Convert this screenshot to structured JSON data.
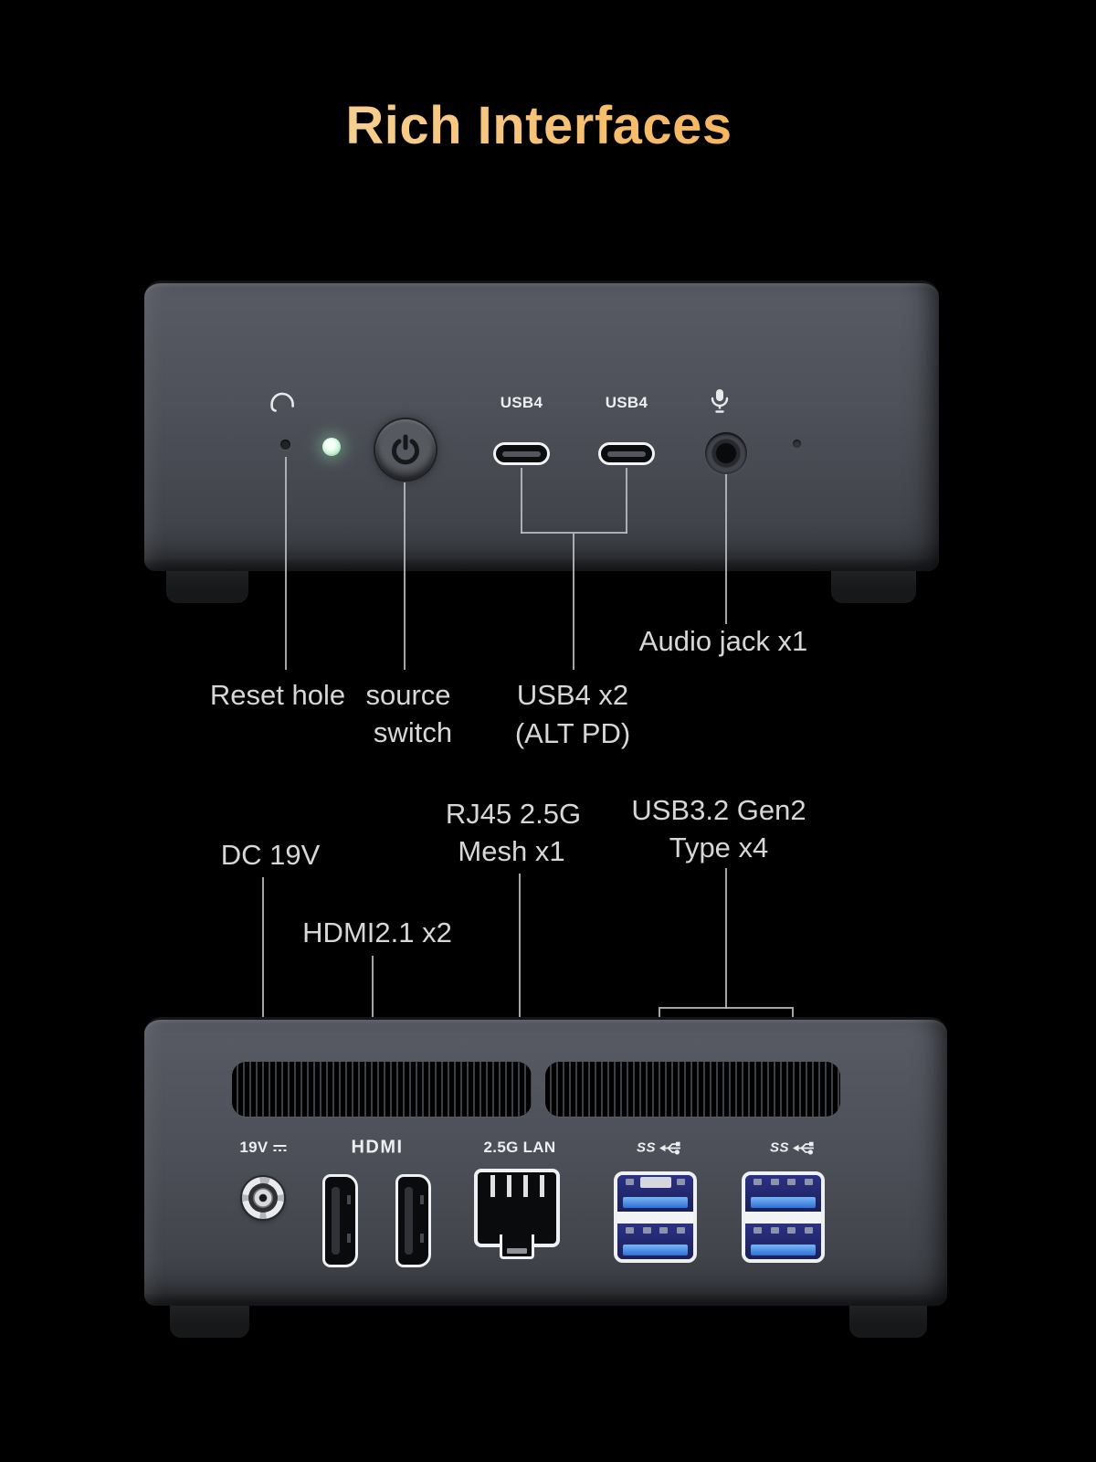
{
  "title": "Rich Interfaces",
  "front_view": {
    "port_labels": {
      "usb4_left": "USB4",
      "usb4_right": "USB4"
    },
    "callout_labels": {
      "reset": "Reset hole",
      "source_line1": "source",
      "source_line2": "switch",
      "usb4_line1": "USB4 x2",
      "usb4_line2": "(ALT PD)",
      "audio": "Audio jack x1"
    },
    "icons": [
      "headphones-icon",
      "power-icon",
      "microphone-icon"
    ]
  },
  "back_view": {
    "callout_labels": {
      "dc": "DC 19V",
      "hdmi": "HDMI2.1 x2",
      "rj45_line1": "RJ45 2.5G",
      "rj45_line2": "Mesh x1",
      "usb_line1": "USB3.2 Gen2",
      "usb_line2": "Type x4"
    },
    "port_labels": {
      "dc": "19V",
      "hdmi": "HDMI",
      "lan": "2.5G LAN",
      "usb_left": "SS",
      "usb_right": "SS"
    },
    "icons": [
      "dc-symbol-icon",
      "usb-superspeed-icon"
    ]
  },
  "colors": {
    "background": "#000000",
    "title_gradient_left": "#f6dcaa",
    "title_gradient_right": "#f5a844",
    "device_body": "#4d5058",
    "callout_line": "#bfc1c3",
    "label_text": "#d6d7d9",
    "led_green": "#cdf3d8",
    "usb_port_blue": "#2e6fd6",
    "usb_port_navy": "#232a6e"
  }
}
